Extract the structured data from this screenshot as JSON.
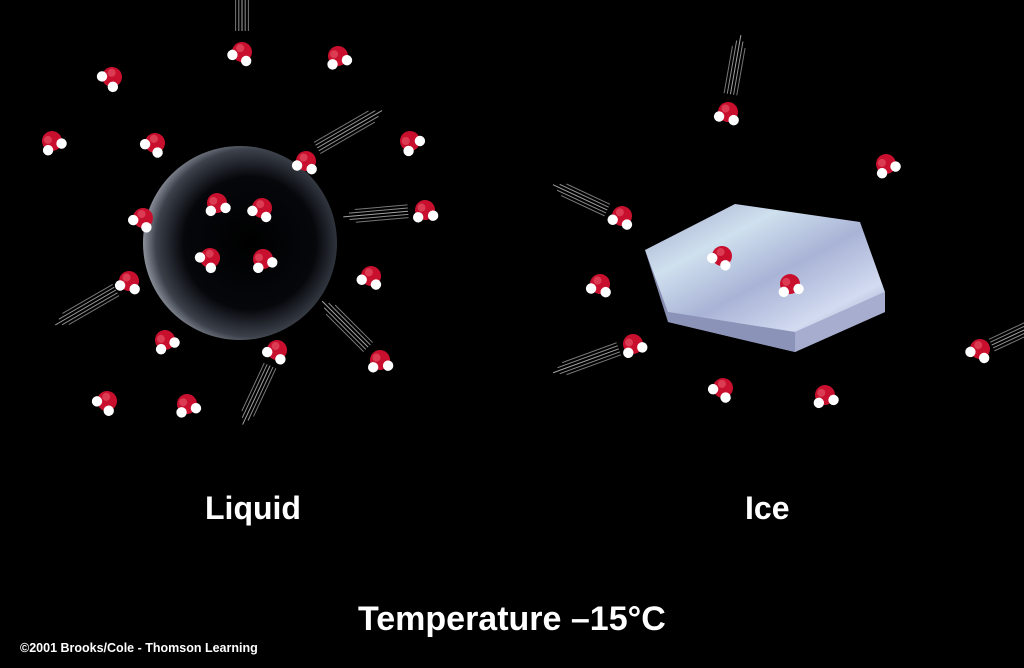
{
  "labels": {
    "liquid": "Liquid",
    "ice": "Ice",
    "temperature": "Temperature –15°C",
    "copyright": "©2001 Brooks/Cole - Thomson Learning"
  },
  "colors": {
    "background": "#000000",
    "oxygen": "#c8102e",
    "hydrogen": "#ffffff",
    "droplet": "#8a8f99",
    "ice": "#b9c3e6"
  },
  "icons": [
    "water-molecule-icon",
    "motion-streak-icon"
  ]
}
